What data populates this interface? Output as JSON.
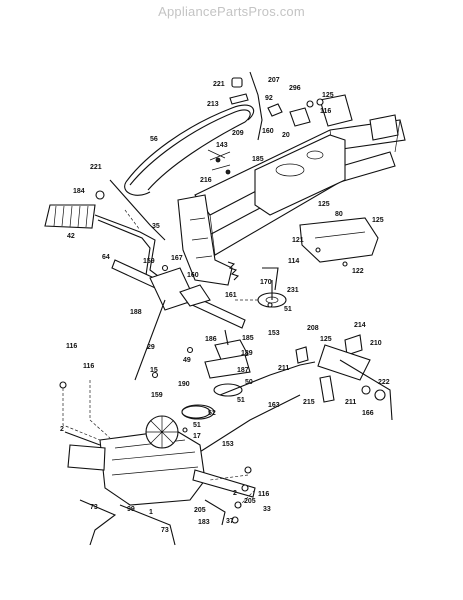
{
  "watermark": "AppliancePartsPros.com",
  "parts": [
    {
      "id": "p221a",
      "num": "221"
    },
    {
      "id": "p213",
      "num": "213"
    },
    {
      "id": "p207",
      "num": "207"
    },
    {
      "id": "p92",
      "num": "92"
    },
    {
      "id": "p296",
      "num": "296"
    },
    {
      "id": "p125a",
      "num": "125"
    },
    {
      "id": "p116a",
      "num": "116"
    },
    {
      "id": "p20",
      "num": "20"
    },
    {
      "id": "p160a",
      "num": "160"
    },
    {
      "id": "p209",
      "num": "209"
    },
    {
      "id": "p56",
      "num": "56"
    },
    {
      "id": "p143",
      "num": "143"
    },
    {
      "id": "p185a",
      "num": "185"
    },
    {
      "id": "p216",
      "num": "216"
    },
    {
      "id": "p221b",
      "num": "221"
    },
    {
      "id": "p184",
      "num": "184"
    },
    {
      "id": "p42",
      "num": "42"
    },
    {
      "id": "p35",
      "num": "35"
    },
    {
      "id": "p125b",
      "num": "125"
    },
    {
      "id": "p80",
      "num": "80"
    },
    {
      "id": "p125c",
      "num": "125"
    },
    {
      "id": "p121",
      "num": "121"
    },
    {
      "id": "p114",
      "num": "114"
    },
    {
      "id": "p122",
      "num": "122"
    },
    {
      "id": "p64",
      "num": "64"
    },
    {
      "id": "p159a",
      "num": "159"
    },
    {
      "id": "p167",
      "num": "167"
    },
    {
      "id": "p160b",
      "num": "160"
    },
    {
      "id": "p170",
      "num": "170"
    },
    {
      "id": "p231",
      "num": "231"
    },
    {
      "id": "p161",
      "num": "161"
    },
    {
      "id": "p51a",
      "num": "51"
    },
    {
      "id": "p188",
      "num": "188"
    },
    {
      "id": "p185b",
      "num": "185"
    },
    {
      "id": "p153a",
      "num": "153"
    },
    {
      "id": "p208",
      "num": "208"
    },
    {
      "id": "p214",
      "num": "214"
    },
    {
      "id": "p116b",
      "num": "116"
    },
    {
      "id": "p29",
      "num": "29"
    },
    {
      "id": "p186",
      "num": "186"
    },
    {
      "id": "p189",
      "num": "189"
    },
    {
      "id": "p125d",
      "num": "125"
    },
    {
      "id": "p210",
      "num": "210"
    },
    {
      "id": "p116c",
      "num": "116"
    },
    {
      "id": "p49",
      "num": "49"
    },
    {
      "id": "p15",
      "num": "15"
    },
    {
      "id": "p187",
      "num": "187"
    },
    {
      "id": "p211a",
      "num": "211"
    },
    {
      "id": "p190",
      "num": "190"
    },
    {
      "id": "p50",
      "num": "50"
    },
    {
      "id": "p222",
      "num": "222"
    },
    {
      "id": "p159b",
      "num": "159"
    },
    {
      "id": "p51b",
      "num": "51"
    },
    {
      "id": "p215",
      "num": "215"
    },
    {
      "id": "p211b",
      "num": "211"
    },
    {
      "id": "p166",
      "num": "166"
    },
    {
      "id": "p52",
      "num": "52"
    },
    {
      "id": "p163",
      "num": "163"
    },
    {
      "id": "p51c",
      "num": "51"
    },
    {
      "id": "p2a",
      "num": "2"
    },
    {
      "id": "p17",
      "num": "17"
    },
    {
      "id": "p153b",
      "num": "153"
    },
    {
      "id": "p2b",
      "num": "2"
    },
    {
      "id": "p116d",
      "num": "116"
    },
    {
      "id": "p73a",
      "num": "73"
    },
    {
      "id": "p205a",
      "num": "205"
    },
    {
      "id": "p205b",
      "num": "205"
    },
    {
      "id": "p99",
      "num": "99"
    },
    {
      "id": "p1",
      "num": "1"
    },
    {
      "id": "p33",
      "num": "33"
    },
    {
      "id": "p183",
      "num": "183"
    },
    {
      "id": "p37",
      "num": "37"
    },
    {
      "id": "p73b",
      "num": "73"
    }
  ]
}
